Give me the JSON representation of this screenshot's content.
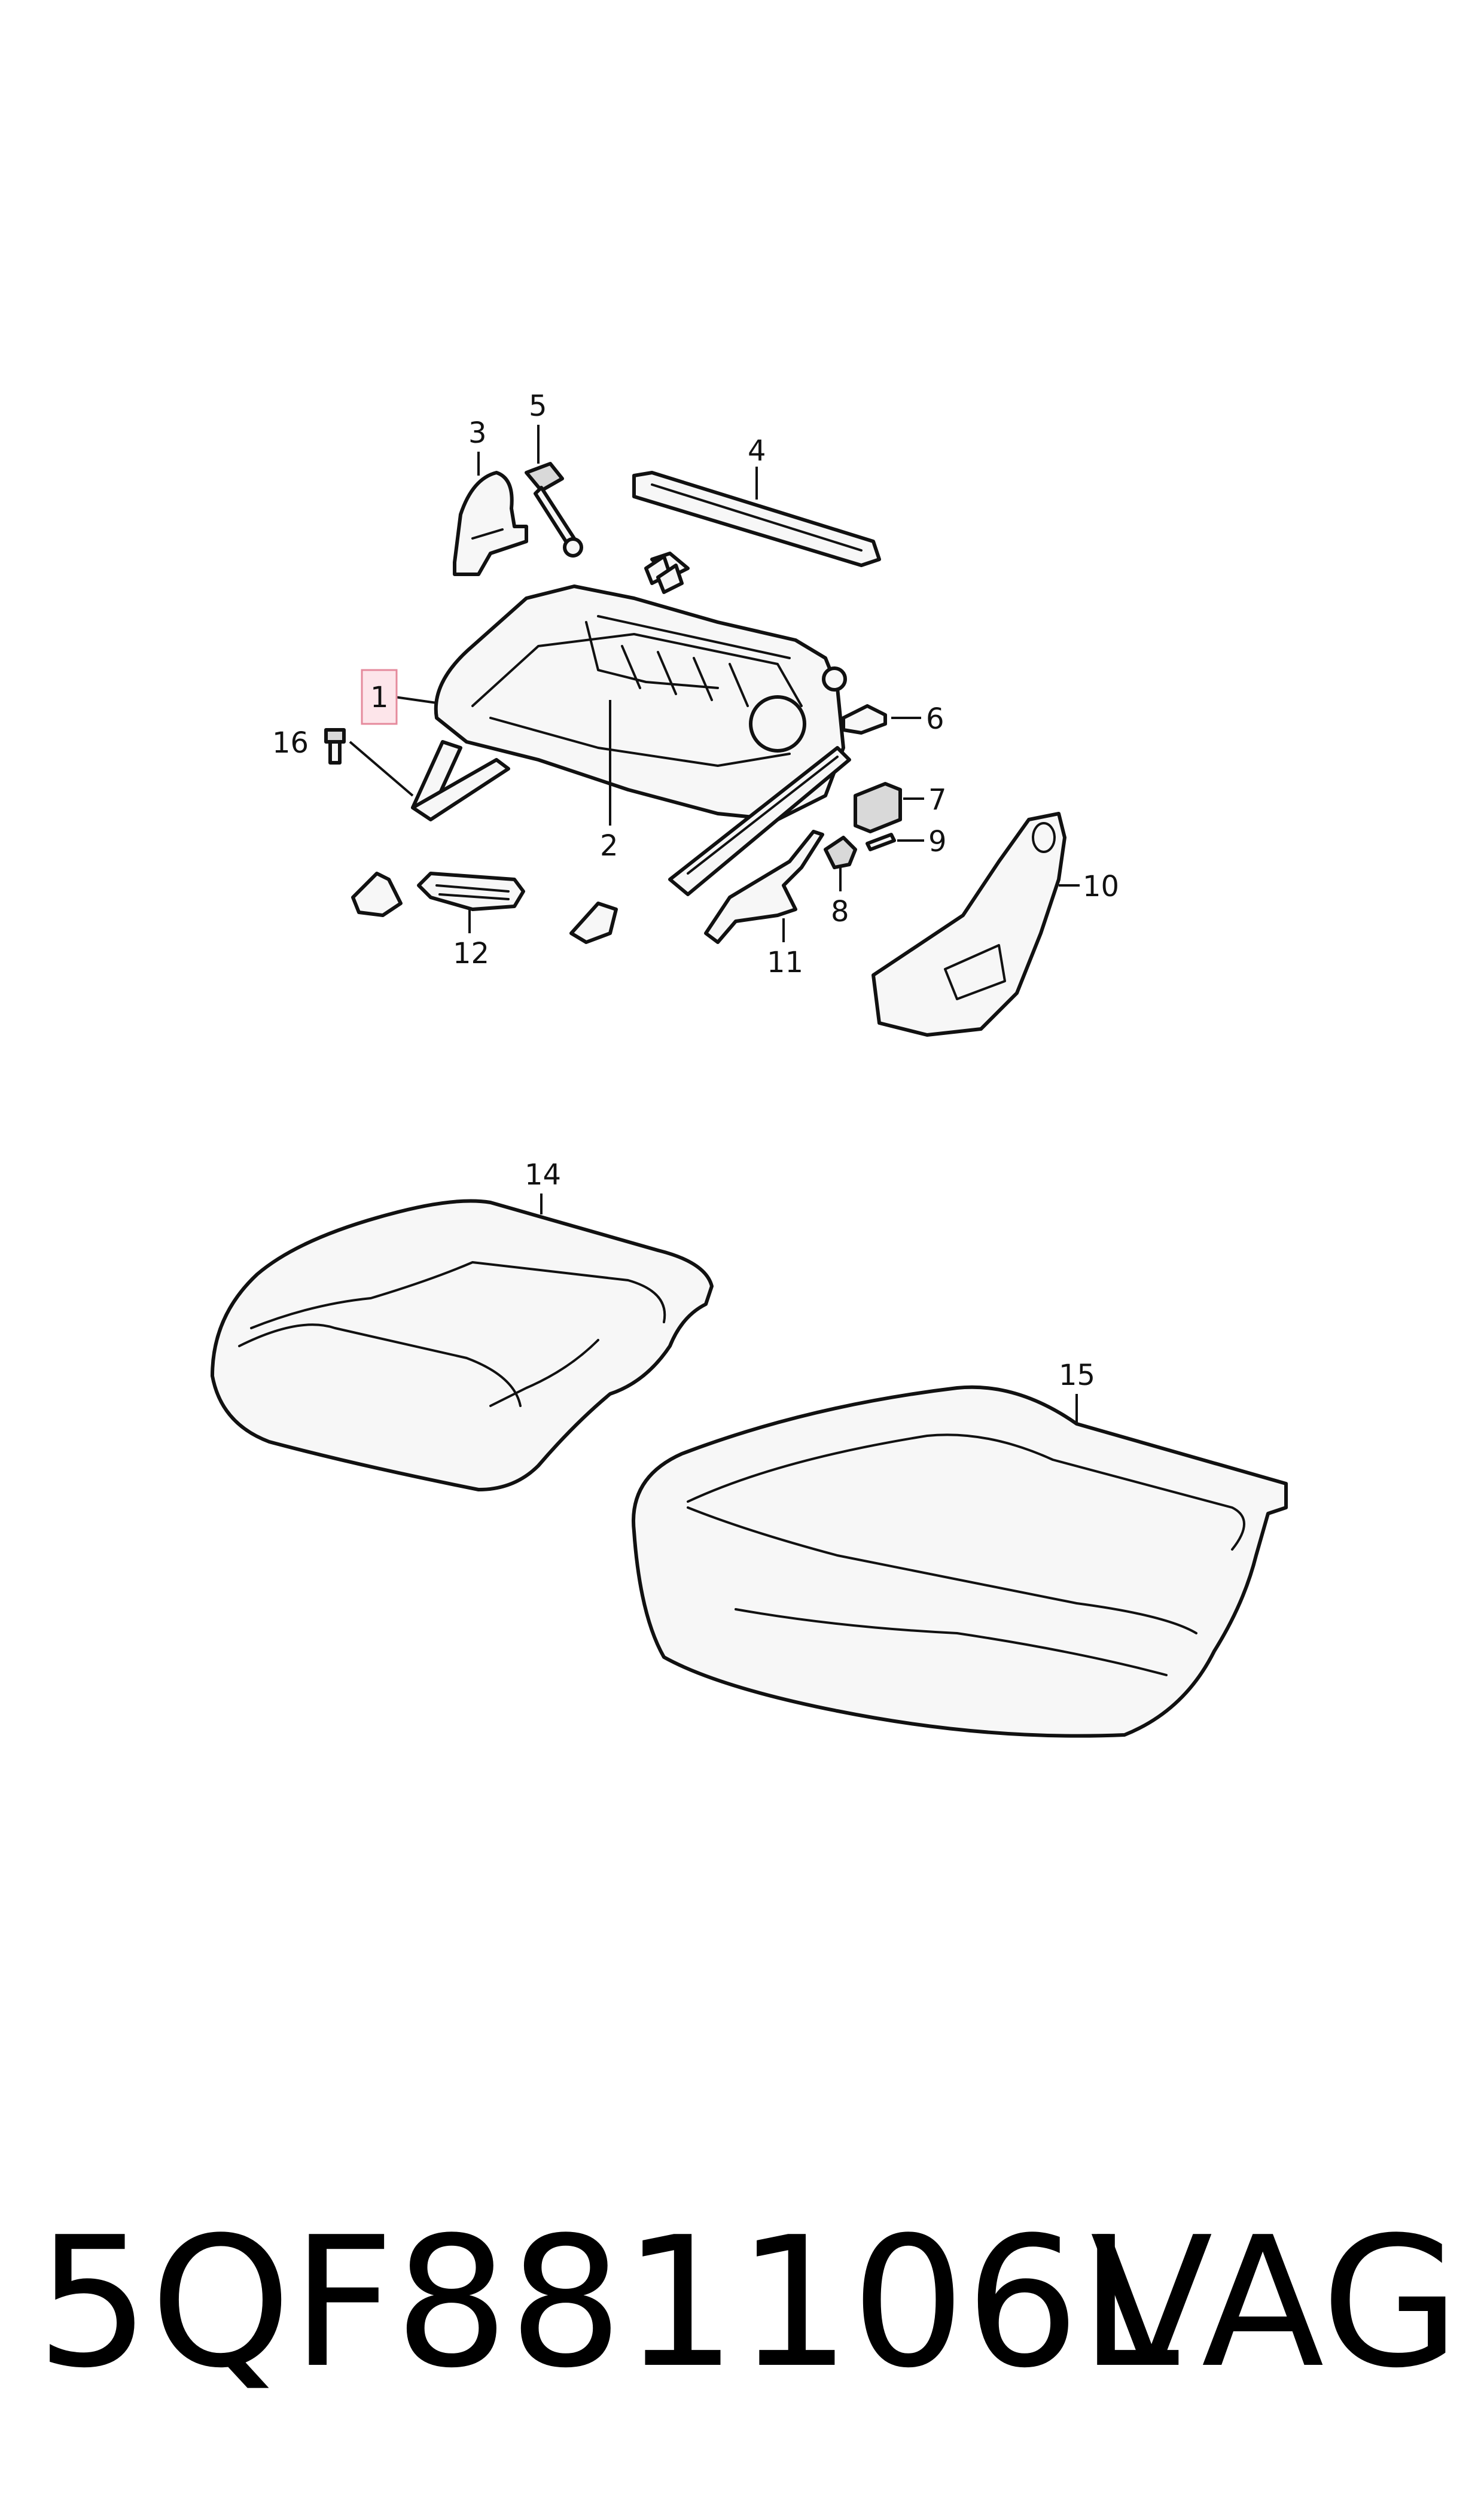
{
  "callouts": {
    "c1": "1",
    "c2": "2",
    "c3": "3",
    "c4": "4",
    "c5": "5",
    "c6": "6",
    "c7": "7",
    "c8": "8",
    "c9": "9",
    "c10": "10",
    "c11": "11",
    "c12": "12",
    "c14": "14",
    "c15": "15",
    "c16": "16"
  },
  "highlighted_callout": "1",
  "footer": {
    "part_number": "5QF881106L",
    "brand": "VAG"
  }
}
